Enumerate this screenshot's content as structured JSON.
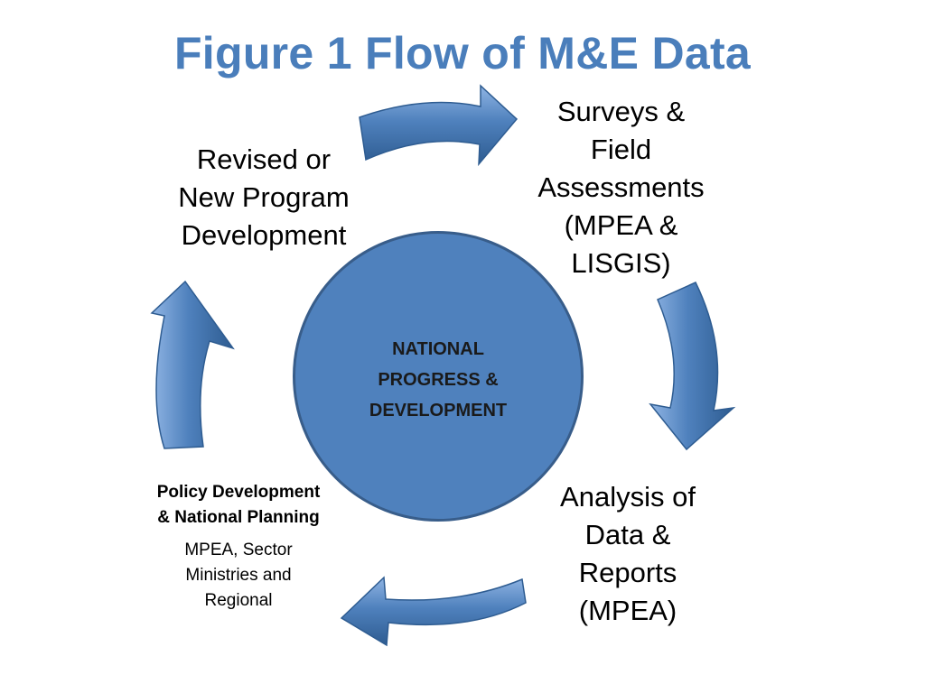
{
  "title": "Figure 1 Flow of M&E Data",
  "center": {
    "lines": [
      "NATIONAL",
      "PROGRESS &",
      "DEVELOPMENT"
    ]
  },
  "nodes": {
    "surveys": {
      "lines": [
        "Surveys &",
        "Field",
        "Assessments",
        "(MPEA &",
        "LISGIS)"
      ]
    },
    "analysis": {
      "lines": [
        "Analysis of",
        "Data &",
        "Reports",
        "(MPEA)"
      ]
    },
    "policy": {
      "title_lines": [
        "Policy Development",
        "& National Planning"
      ],
      "sub_lines": [
        "MPEA, Sector",
        "Ministries and",
        "Regional"
      ]
    },
    "revised": {
      "lines": [
        "Revised or",
        "New Program",
        "Development"
      ]
    }
  },
  "colors": {
    "title": "#4A7EBB",
    "circle_fill": "#4F81BD",
    "circle_border": "#385D8A",
    "arrow_fill": "#4F81BD",
    "arrow_stroke": "#2E5C91"
  },
  "arrows": [
    {
      "from": "revised",
      "to": "surveys",
      "icon": "curved-arrow-right"
    },
    {
      "from": "surveys",
      "to": "analysis",
      "icon": "curved-arrow-down"
    },
    {
      "from": "analysis",
      "to": "policy",
      "icon": "curved-arrow-left"
    },
    {
      "from": "policy",
      "to": "revised",
      "icon": "curved-arrow-up"
    }
  ]
}
